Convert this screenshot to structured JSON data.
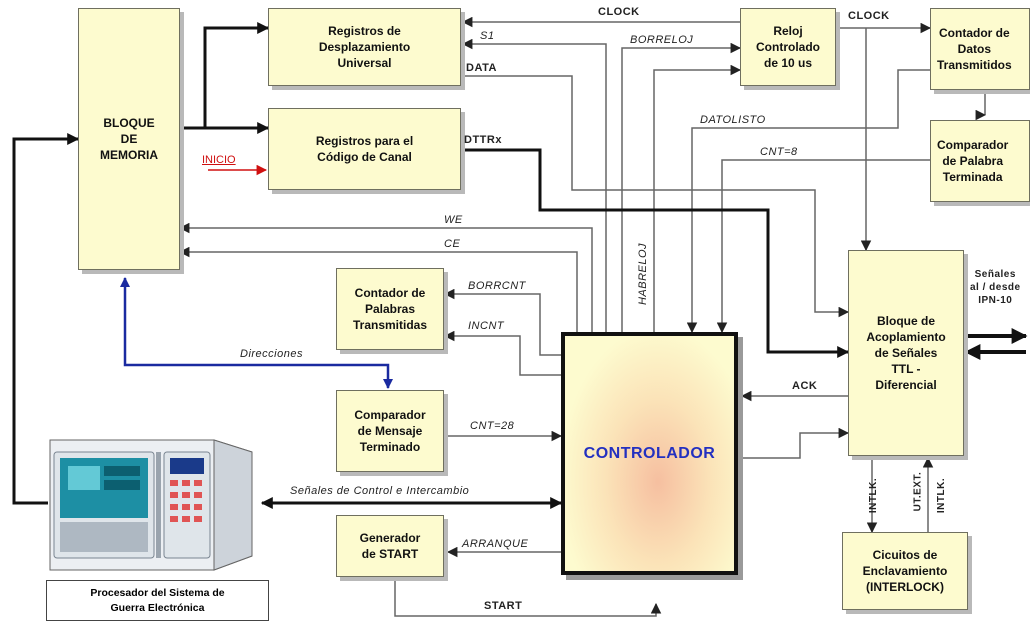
{
  "blocks": {
    "memory": "BLOQUE\nDE\nMEMORIA",
    "shift_registers": "Registros de\nDesplazamiento\nUniversal",
    "channel_code_registers": "Registros para el\nCódigo de Canal",
    "clock": "Reloj\nControlado\nde 10 us",
    "tx_data_counter": "Contador de\nDatos\nTransmitidos",
    "word_done_comparator": "Comparador\nde Palabra\nTerminada",
    "word_counter": "Contador de\nPalabras\nTransmitidas",
    "message_done_comparator": "Comparador\nde Mensaje\nTerminado",
    "start_generator": "Generador\nde START",
    "controller": "CONTROLADOR",
    "coupling": "Bloque de\nAcoplamiento\nde Señales\nTTL -\nDiferencial",
    "interlock": "Cicuitos de\nEnclavamiento\n(INTERLOCK)",
    "processor_caption": "Procesador del Sistema de\nGuerra Electrónica"
  },
  "signals": {
    "clock_1": "CLOCK",
    "clock_2": "CLOCK",
    "s1": "S1",
    "data": "DATA",
    "borreloj": "BORRELOJ",
    "datolisto": "DATOLISTO",
    "dttrx": "DTTRx",
    "cnt8": "CNT=8",
    "inicio": "INICIO",
    "we": "WE",
    "ce": "CE",
    "habreloj": "HABRELOJ",
    "borrcnt": "BORRCNT",
    "incnt": "INCNT",
    "direcciones": "Direcciones",
    "cnt28": "CNT=28",
    "ack": "ACK",
    "control_exchange": "Señales de Control e Intercambio",
    "arranque": "ARRANQUE",
    "start": "START",
    "external": "Señales\nal / desde\nIPN-10",
    "intlk_1": "INTLK.",
    "utext": "UT.EXT.",
    "intlk_2": "INTLK."
  }
}
